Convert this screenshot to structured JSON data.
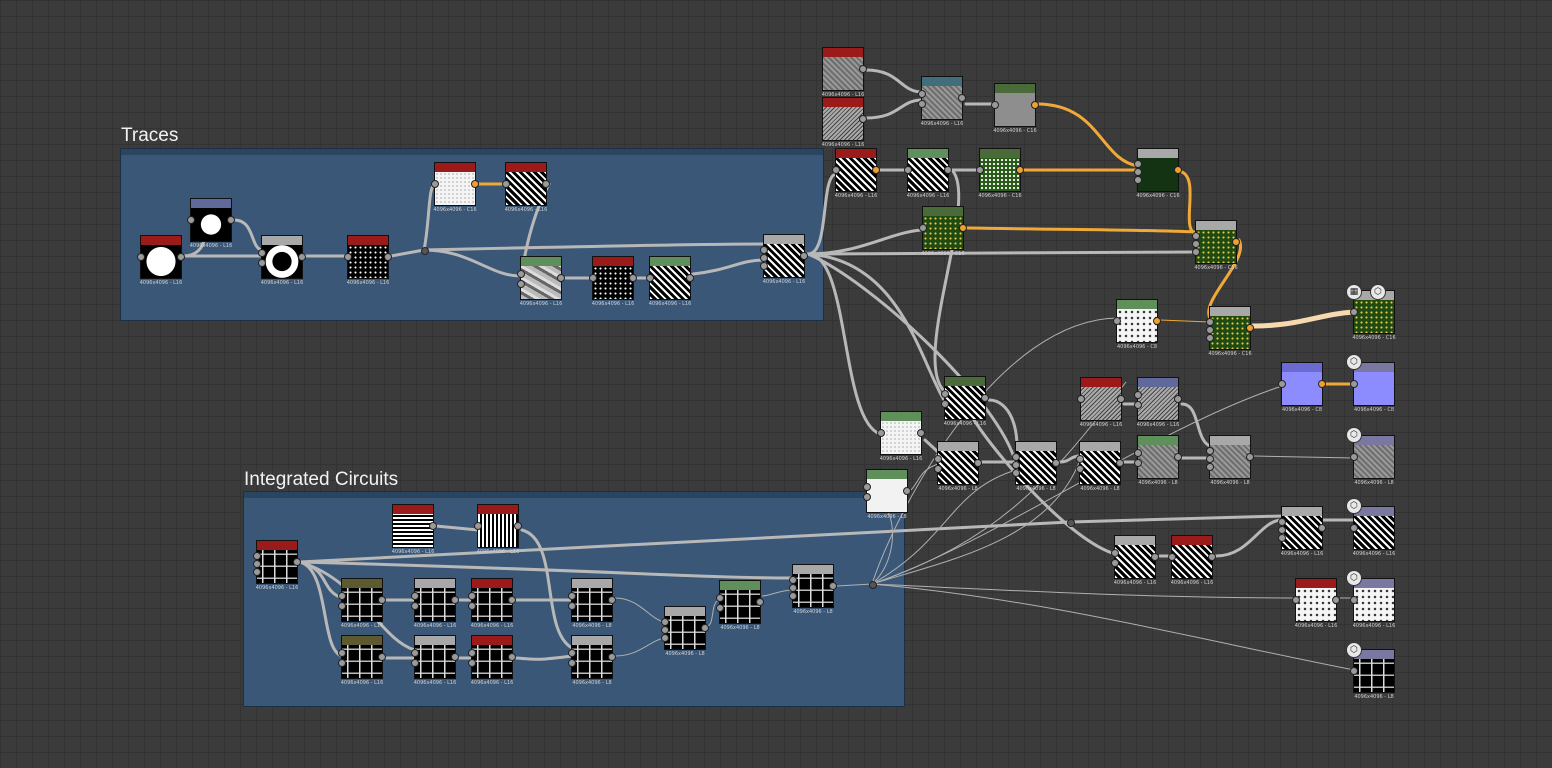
{
  "frames": {
    "traces": {
      "title": "Traces"
    },
    "ic": {
      "title": "Integrated Circuits"
    }
  },
  "badge_icons": {
    "cube": "⬡",
    "checker": "▦"
  },
  "nodes": {
    "n1": {
      "label": "4096x4096 - L16",
      "header": "red",
      "thumb": "disc"
    },
    "n2": {
      "label": "4096x4096 - L16",
      "header": "navy",
      "thumb": "disc-small"
    },
    "n3": {
      "label": "4096x4096 - L16",
      "header": "gray",
      "thumb": "ring"
    },
    "n4": {
      "label": "4096x4096 - L16",
      "header": "red",
      "thumb": "dots"
    },
    "n5": {
      "label": "4096x4096 - C16",
      "header": "red",
      "thumb": "white-pattern"
    },
    "n6": {
      "label": "4096x4096 - L16",
      "header": "red",
      "thumb": "bw"
    },
    "n7": {
      "label": "4096x4096 - L16",
      "header": "green",
      "thumb": "camo"
    },
    "n8": {
      "label": "4096x4096 - L16",
      "header": "red",
      "thumb": "dots"
    },
    "n9": {
      "label": "4096x4096 - L16",
      "header": "green",
      "thumb": "bw"
    },
    "n10": {
      "label": "4096x4096 - L16",
      "header": "gray",
      "thumb": "bw"
    },
    "n11": {
      "label": "4096x4096 - L16",
      "header": "red",
      "thumb": "noise"
    },
    "n12": {
      "label": "4096x4096 - L16",
      "header": "red",
      "thumb": "noise2"
    },
    "n13": {
      "label": "4096x4096 - L16",
      "header": "teal",
      "thumb": "noise"
    },
    "n14": {
      "label": "4096x4096 - C16",
      "header": "dkgreen",
      "thumb": "gray"
    },
    "n15": {
      "label": "4096x4096 - L16",
      "header": "red",
      "thumb": "bw"
    },
    "n16": {
      "label": "4096x4096 - L16",
      "header": "green",
      "thumb": "bw"
    },
    "n17": {
      "label": "4096x4096 - C16",
      "header": "dkgreen",
      "thumb": "green2"
    },
    "n18": {
      "label": "4096x4096 - C16",
      "header": "gray",
      "thumb": "dark-green"
    },
    "n19": {
      "label": "4096x4096 - C16",
      "header": "dkgreen",
      "thumb": "green"
    },
    "n20": {
      "label": "4096x4096 - C16",
      "header": "gray",
      "thumb": "green"
    },
    "n21": {
      "label": "4096x4096 - C8",
      "header": "green",
      "thumb": "white-square"
    },
    "n22": {
      "label": "4096x4096 - C16",
      "header": "gray",
      "thumb": "green"
    },
    "n23": {
      "label": "4096x4096 - C16",
      "header": "gray",
      "thumb": "green"
    },
    "n24": {
      "label": "4096x4096 - L16",
      "header": "dkgreen",
      "thumb": "bw"
    },
    "n25": {
      "label": "4096x4096 - L16",
      "header": "red",
      "thumb": "noise2"
    },
    "n26": {
      "label": "4096x4096 - L16",
      "header": "navy",
      "thumb": "noise2"
    },
    "n27": {
      "label": "4096x4096 - C8",
      "header": "blue",
      "thumb": "blue"
    },
    "n28": {
      "label": "4096x4096 - C8",
      "header": "lav",
      "thumb": "blue"
    },
    "n29": {
      "label": "4096x4096 - L16",
      "header": "green",
      "thumb": "white-pattern"
    },
    "n30": {
      "label": "4096x4096 - L8",
      "header": "gray",
      "thumb": "bw"
    },
    "n31": {
      "label": "4096x4096 - L8",
      "header": "gray",
      "thumb": "bw"
    },
    "n32": {
      "label": "4096x4096 - L8",
      "header": "gray",
      "thumb": "bw"
    },
    "n33": {
      "label": "4096x4096 - L8",
      "header": "green",
      "thumb": "noise"
    },
    "n34": {
      "label": "4096x4096 - L8",
      "header": "gray",
      "thumb": "noise"
    },
    "n35": {
      "label": "4096x4096 - L8",
      "header": "lav",
      "thumb": "noise"
    },
    "n36": {
      "label": "4096x4096 - L8",
      "header": "green",
      "thumb": "white"
    },
    "n37": {
      "label": "4096x4096 - L16",
      "header": "gray",
      "thumb": "bw"
    },
    "n38": {
      "label": "4096x4096 - L16",
      "header": "lav",
      "thumb": "bw"
    },
    "n39": {
      "label": "4096x4096 - L16",
      "header": "gray",
      "thumb": "bw"
    },
    "n40": {
      "label": "4096x4096 - L16",
      "header": "red",
      "thumb": "bw"
    },
    "n41": {
      "label": "4096x4096 - L16",
      "header": "red",
      "thumb": "white-square"
    },
    "n42": {
      "label": "4096x4096 - L16",
      "header": "lav",
      "thumb": "white-square"
    },
    "n43": {
      "label": "4096x4096 - L8",
      "header": "lav",
      "thumb": "blocks"
    },
    "n44": {
      "label": "4096x4096 - L16",
      "header": "red",
      "thumb": "blocks"
    },
    "n45": {
      "label": "4096x4096 - L16",
      "header": "red",
      "thumb": "hstripe"
    },
    "n46": {
      "label": "4096x4096 - L16",
      "header": "red",
      "thumb": "vstripe"
    },
    "n47": {
      "label": "4096x4096 - L16",
      "header": "olive",
      "thumb": "blocks"
    },
    "n48": {
      "label": "4096x4096 - L16",
      "header": "gray",
      "thumb": "blocks"
    },
    "n49": {
      "label": "4096x4096 - L16",
      "header": "red",
      "thumb": "blocks"
    },
    "n50": {
      "label": "4096x4096 - L8",
      "header": "gray",
      "thumb": "blocks"
    },
    "n51": {
      "label": "4096x4096 - L16",
      "header": "olive",
      "thumb": "blocks"
    },
    "n52": {
      "label": "4096x4096 - L16",
      "header": "gray",
      "thumb": "blocks"
    },
    "n53": {
      "label": "4096x4096 - L16",
      "header": "red",
      "thumb": "blocks"
    },
    "n54": {
      "label": "4096x4096 - L8",
      "header": "gray",
      "thumb": "blocks"
    },
    "n55": {
      "label": "4096x4096 - L8",
      "header": "gray",
      "thumb": "blocks"
    },
    "n56": {
      "label": "4096x4096 - L8",
      "header": "green",
      "thumb": "blocks"
    },
    "n57": {
      "label": "4096x4096 - L8",
      "header": "gray",
      "thumb": "blocks"
    }
  }
}
